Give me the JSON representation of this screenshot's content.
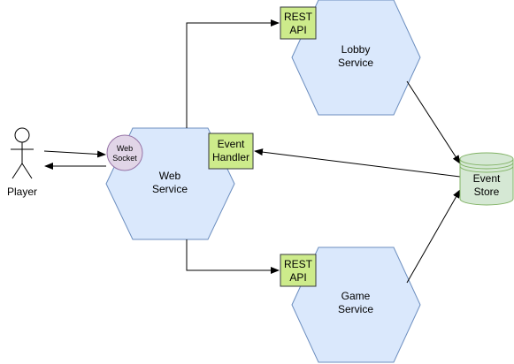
{
  "diagram": {
    "actor": {
      "label": "Player"
    },
    "web_service": {
      "line1": "Web",
      "line2": "Service"
    },
    "lobby_service": {
      "line1": "Lobby",
      "line2": "Service"
    },
    "game_service": {
      "line1": "Game",
      "line2": "Service"
    },
    "web_socket": {
      "line1": "Web",
      "line2": "Socket"
    },
    "event_handler": {
      "line1": "Event",
      "line2": "Handler"
    },
    "rest_api_lobby": {
      "line1": "REST",
      "line2": "API"
    },
    "rest_api_game": {
      "line1": "REST",
      "line2": "API"
    },
    "event_store": {
      "line1": "Event",
      "line2": "Store"
    }
  },
  "colors": {
    "hexagon_fill": "#dae8fc",
    "hexagon_stroke": "#6c8ebf",
    "port_fill": "#d5e8d4",
    "box_fill": "#cdeb8b",
    "box_stroke": "#36393d",
    "socket_fill": "#e1d5e7",
    "socket_stroke": "#9673a6",
    "store_fill": "#d5e8d4",
    "store_stroke": "#82b366",
    "line": "#000000"
  }
}
